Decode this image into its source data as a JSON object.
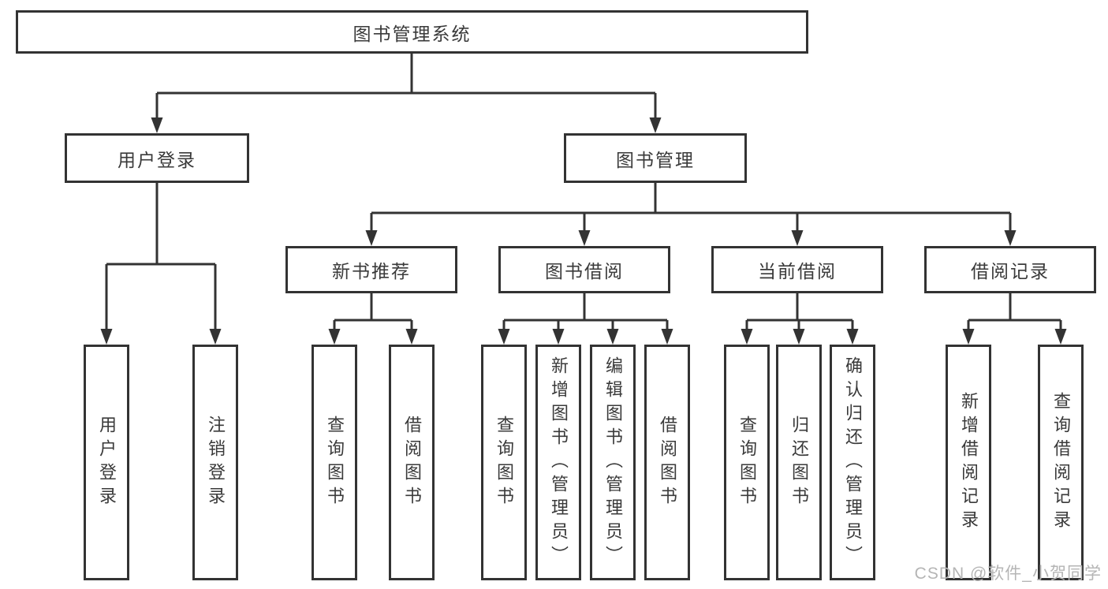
{
  "tree": {
    "root": {
      "label": "图书管理系统"
    },
    "children": [
      {
        "label": "用户登录",
        "leaves": [
          {
            "label": "用户登录"
          },
          {
            "label": "注销登录"
          }
        ]
      },
      {
        "label": "图书管理",
        "children": [
          {
            "label": "新书推荐",
            "leaves": [
              {
                "label": "查询图书"
              },
              {
                "label": "借阅图书"
              }
            ]
          },
          {
            "label": "图书借阅",
            "leaves": [
              {
                "label": "查询图书"
              },
              {
                "label": "新增图书（管理员）"
              },
              {
                "label": "编辑图书（管理员）"
              },
              {
                "label": "借阅图书"
              }
            ]
          },
          {
            "label": "当前借阅",
            "leaves": [
              {
                "label": "查询图书"
              },
              {
                "label": "归还图书"
              },
              {
                "label": "确认归还（管理员）"
              }
            ]
          },
          {
            "label": "借阅记录",
            "leaves": [
              {
                "label": "新增借阅记录"
              },
              {
                "label": "查询借阅记录"
              }
            ]
          }
        ]
      }
    ]
  },
  "watermark": {
    "text": "CSDN @软件_小贺同学"
  },
  "colors": {
    "line": "#333333",
    "text": "#3a3a3a",
    "background": "#ffffff",
    "watermark": "#b5b5b5"
  }
}
